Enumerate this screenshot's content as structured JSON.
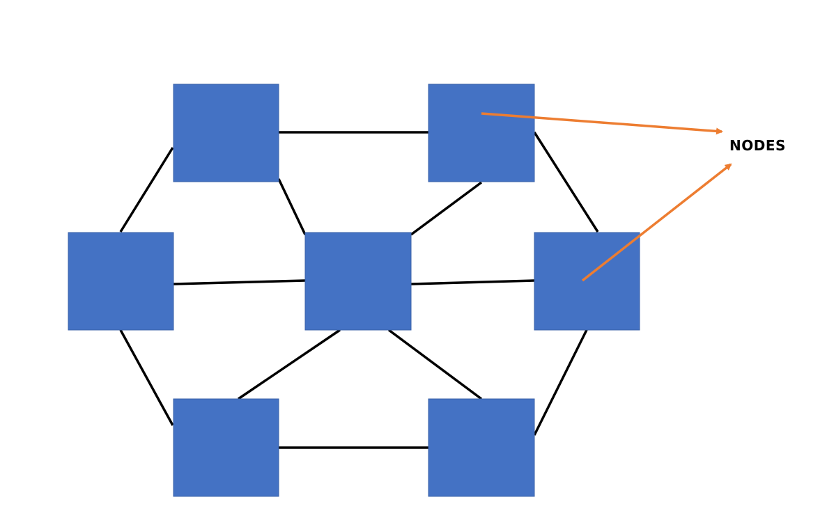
{
  "diagram": {
    "type": "network",
    "label": "NODES",
    "colors": {
      "node_fill": "#4472C4",
      "edge": "#000000",
      "pointer_arrow": "#ED7D31",
      "background": "#ffffff"
    },
    "nodes": [
      "node-top-left",
      "node-top-right",
      "node-middle-left",
      "node-center",
      "node-middle-right",
      "node-bottom-left",
      "node-bottom-right"
    ],
    "edges": [
      [
        "node-top-left",
        "node-top-right"
      ],
      [
        "node-top-left",
        "node-middle-left"
      ],
      [
        "node-top-left",
        "node-center"
      ],
      [
        "node-top-right",
        "node-center"
      ],
      [
        "node-top-right",
        "node-middle-right"
      ],
      [
        "node-middle-left",
        "node-center"
      ],
      [
        "node-center",
        "node-middle-right"
      ],
      [
        "node-middle-left",
        "node-bottom-left"
      ],
      [
        "node-center",
        "node-bottom-left"
      ],
      [
        "node-center",
        "node-bottom-right"
      ],
      [
        "node-middle-right",
        "node-bottom-right"
      ],
      [
        "node-bottom-left",
        "node-bottom-right"
      ]
    ],
    "pointers": [
      "node-top-right",
      "node-middle-right"
    ]
  }
}
